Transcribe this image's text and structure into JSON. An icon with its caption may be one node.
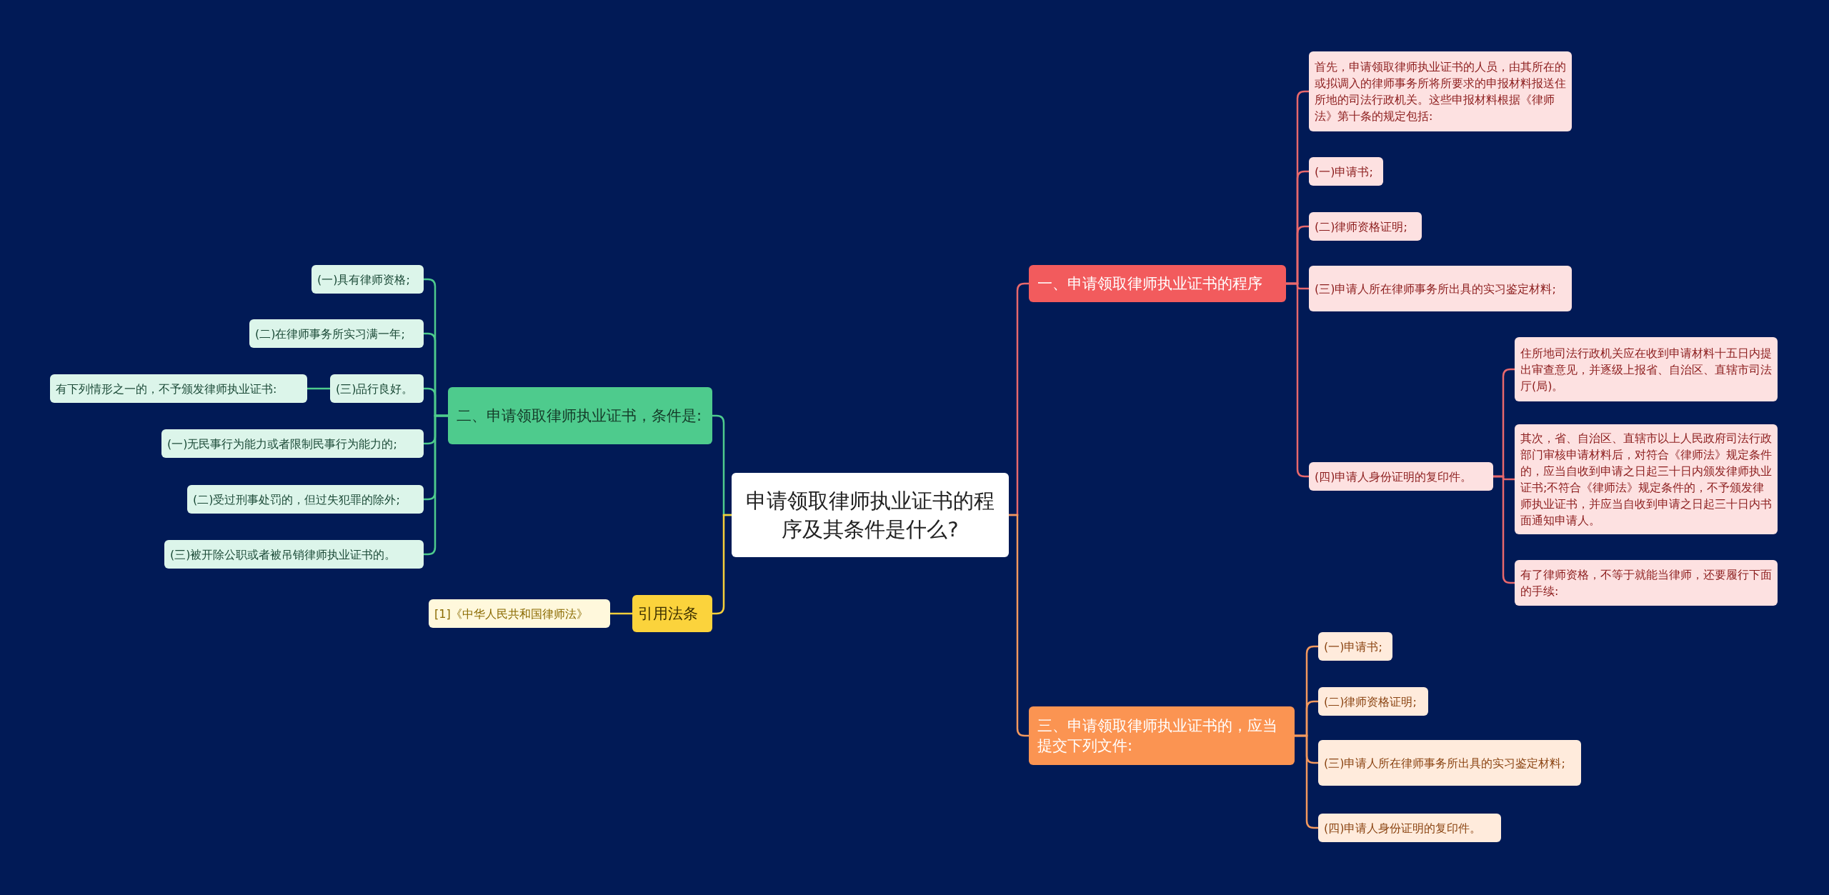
{
  "diagram": {
    "nodes": [
      {
        "text": [
          "申请领取律师执业证书的程序及其条件是什么?"
        ]
      },
      {
        "text": [
          "一、申请领取律师执业证书的程序"
        ]
      },
      {
        "text": [
          "首先，申请领取律师执业证书的人员，由其所在的或拟调入的律师事务所将所要求的申报材料报送住所地的司法行政机关。这些申报材料根据《律师法》第十条的规定包括:"
        ]
      },
      {
        "text": [
          "(一)申请书;"
        ]
      },
      {
        "text": [
          "(二)律师资格证明;"
        ]
      },
      {
        "text": [
          "(三)申请人所在律师事务所出具的实习鉴定材料;"
        ]
      },
      {
        "text": [
          "(四)申请人身份证明的复印件。"
        ]
      },
      {
        "text": [
          "住所地司法行政机关应在收到申请材料十五日内提出审查意见，并逐级上报省、自治区、直辖市司法厅(局)。"
        ]
      },
      {
        "text": [
          "其次，省、自治区、直辖市以上人民政府司法行政部门审核申请材料后，对符合《律师法》规定条件的，应当自收到申请之日起三十日内颁发律师执业证书;不符合《律师法》规定条件的，不予颁发律师执业证书，并应当自收到申请之日起三十日内书面通知申请人。"
        ]
      },
      {
        "text": [
          "有了律师资格，不等于就能当律师，还要履行下面的手续:"
        ]
      },
      {
        "text": [
          "二、申请领取律师执业证书，条件是:"
        ]
      },
      {
        "text": [
          "(一)具有律师资格;"
        ]
      },
      {
        "text": [
          "(二)在律师事务所实习满一年;"
        ]
      },
      {
        "text": [
          "(三)品行良好。"
        ]
      },
      {
        "text": [
          "有下列情形之一的，不予颁发律师执业证书:"
        ]
      },
      {
        "text": [
          "(一)无民事行为能力或者限制民事行为能力的;"
        ]
      },
      {
        "text": [
          "(二)受过刑事处罚的，但过失犯罪的除外;"
        ]
      },
      {
        "text": [
          "(三)被开除公职或者被吊销律师执业证书的。"
        ]
      },
      {
        "text": [
          "引用法条"
        ]
      },
      {
        "text": [
          "[1]《中华人民共和国律师法》"
        ]
      },
      {
        "text": [
          "三、申请领取律师执业证书的，应当提交下列文件:"
        ]
      },
      {
        "text": [
          "(一)申请书;"
        ]
      },
      {
        "text": [
          "(二)律师资格证明;"
        ]
      },
      {
        "text": [
          "(三)申请人所在律师事务所出具的实习鉴定材料;"
        ]
      },
      {
        "text": [
          "(四)申请人身份证明的复印件。"
        ]
      }
    ],
    "edges": [
      {
        "from": 0,
        "to": 1,
        "arrow": "none",
        "color": "#e8686c"
      },
      {
        "from": 1,
        "to": 2,
        "arrow": "none",
        "color": "#e8686c"
      },
      {
        "from": 1,
        "to": 3,
        "arrow": "none",
        "color": "#e8686c"
      },
      {
        "from": 1,
        "to": 4,
        "arrow": "none",
        "color": "#e8686c"
      },
      {
        "from": 1,
        "to": 5,
        "arrow": "none",
        "color": "#e8686c"
      },
      {
        "from": 1,
        "to": 6,
        "arrow": "none",
        "color": "#e8686c"
      },
      {
        "from": 6,
        "to": 7,
        "arrow": "none",
        "color": "#e8686c"
      },
      {
        "from": 6,
        "to": 8,
        "arrow": "none",
        "color": "#e8686c"
      },
      {
        "from": 6,
        "to": 9,
        "arrow": "none",
        "color": "#e8686c"
      },
      {
        "from": 0,
        "to": 10,
        "arrow": "none",
        "color": "#4ecb8d"
      },
      {
        "from": 10,
        "to": 11,
        "arrow": "none",
        "color": "#4ecb8d"
      },
      {
        "from": 10,
        "to": 12,
        "arrow": "none",
        "color": "#4ecb8d"
      },
      {
        "from": 10,
        "to": 13,
        "arrow": "none",
        "color": "#4ecb8d"
      },
      {
        "from": 13,
        "to": 14,
        "arrow": "none",
        "color": "#4ecb8d"
      },
      {
        "from": 10,
        "to": 15,
        "arrow": "none",
        "color": "#4ecb8d"
      },
      {
        "from": 10,
        "to": 16,
        "arrow": "none",
        "color": "#4ecb8d"
      },
      {
        "from": 10,
        "to": 17,
        "arrow": "none",
        "color": "#4ecb8d"
      },
      {
        "from": 0,
        "to": 18,
        "arrow": "none",
        "color": "#f5cf3a"
      },
      {
        "from": 18,
        "to": 19,
        "arrow": "none",
        "color": "#f5cf3a"
      },
      {
        "from": 0,
        "to": 20,
        "arrow": "none",
        "color": "#f3995e"
      },
      {
        "from": 20,
        "to": 21,
        "arrow": "none",
        "color": "#f3995e"
      },
      {
        "from": 20,
        "to": 22,
        "arrow": "none",
        "color": "#f3995e"
      },
      {
        "from": 20,
        "to": 23,
        "arrow": "none",
        "color": "#f3995e"
      },
      {
        "from": 20,
        "to": 24,
        "arrow": "none",
        "color": "#f3995e"
      }
    ]
  }
}
